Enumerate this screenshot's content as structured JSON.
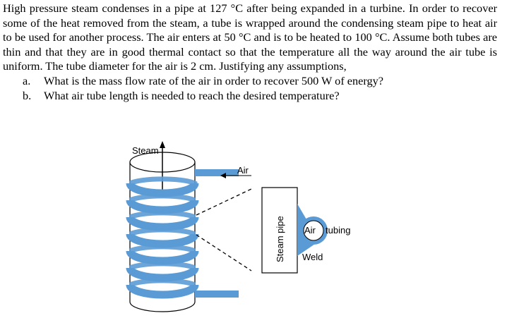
{
  "problem": {
    "paragraph": "High pressure steam condenses in a pipe at 127 °C after being expanded in a turbine. In order to recover some of the heat removed from the steam, a tube is wrapped around the condensing steam pipe to heat air to be used for another process. The air enters at 50 °C and is to be heated to 100 °C. Assume both tubes are thin and that they are in good thermal contact so that the temperature all the way around the air tube is uniform. The tube diameter for the air is 2 cm. Justifying any assumptions,",
    "parts": [
      {
        "letter": "a.",
        "text": "What is the mass flow rate of the air in order to recover 500 W of energy?"
      },
      {
        "letter": "b.",
        "text": "What air tube length is needed to reach the desired temperature?"
      }
    ]
  },
  "figure": {
    "steam_label": "Steam",
    "air_label": "Air",
    "steam_pipe_label": "Steam pipe",
    "air_tube_label_1": "Air",
    "air_tube_label_2": "tubing",
    "weld_label": "Weld",
    "colors": {
      "tube": "#5b9bd5",
      "weld": "#5b9bd5",
      "outline": "#000000"
    }
  }
}
